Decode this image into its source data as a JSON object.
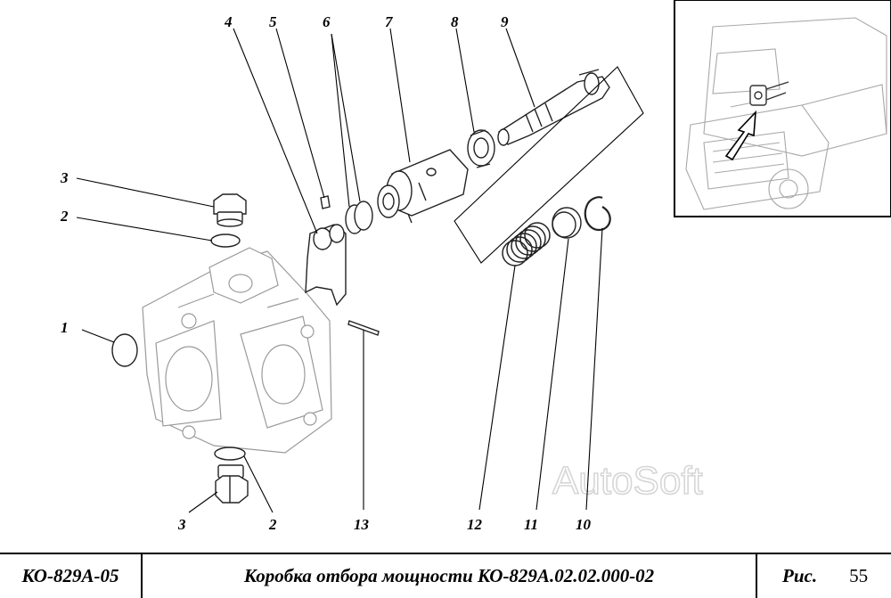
{
  "watermark": "AutoSoft",
  "callouts": {
    "c1": "1",
    "c2a": "2",
    "c2b": "2",
    "c3a": "3",
    "c3b": "3",
    "c4": "4",
    "c5": "5",
    "c6": "6",
    "c7": "7",
    "c8": "8",
    "c9": "9",
    "c10": "10",
    "c11": "11",
    "c12": "12",
    "c13": "13"
  },
  "footer": {
    "model": "КО-829А-05",
    "title": "Коробка отбора мощности КО-829А.02.02.000-02",
    "fig_label": "Рис.",
    "fig_number": "55"
  }
}
